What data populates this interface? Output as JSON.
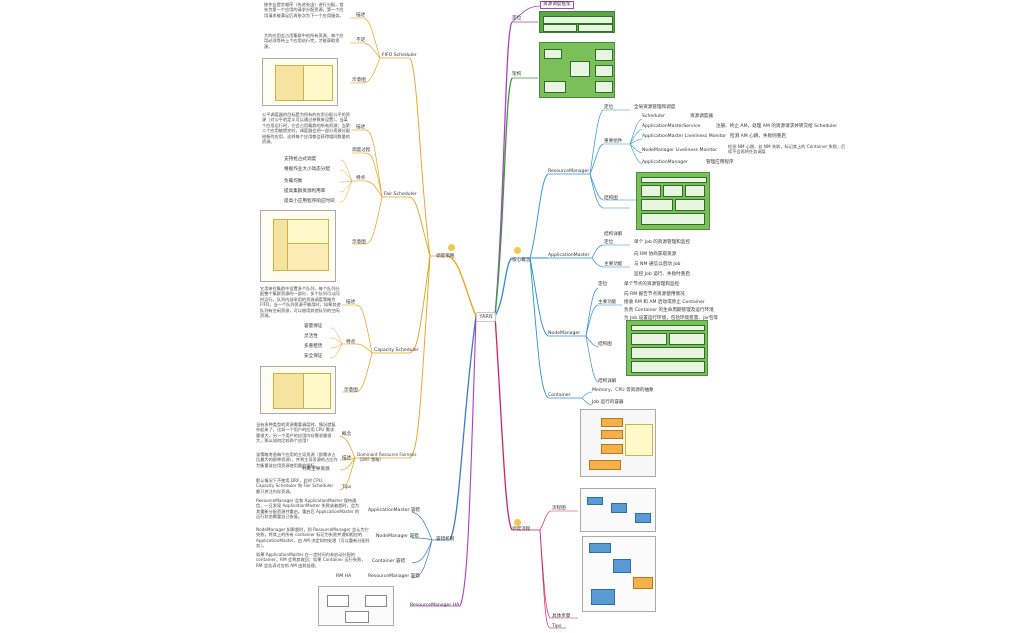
{
  "center": "YARN",
  "branches": {
    "def": "定位",
    "def_box": "资源调度框架",
    "arch": "架构",
    "core": "核心概念",
    "sched_flow": "调度流程",
    "strategy": "调度策略",
    "ha": "容错机制"
  },
  "rm": {
    "label": "ResourceManager",
    "def": "定位",
    "def_text": "全局资源管理和调度",
    "main": "重要组件",
    "scheduler": "Scheduler",
    "scheduler_text": "资源调度器",
    "ams": "ApplicationMasterService",
    "ams_text": "注册、终止 AM，处理 AM 的资源请求并转交给 Scheduler",
    "amlm": "ApplicationMaster Liveliness Monitor",
    "amlm_text": "检测 AM 心跳，失败则重启",
    "nmlm": "NodeManager Liveliness Monitor",
    "nmlm_text": "检测 NM 心跳，若 NM 失联，标记其上的 Container 失败，后续不会再将任务调度",
    "appmgr": "ApplicationManager",
    "appmgr_text": "管理应用程序",
    "struct": "结构图",
    "struct_detail": "结构详解"
  },
  "am": {
    "label": "ApplicationMaster",
    "def": "定位",
    "def_text": "单个 Job 的资源管理和监控",
    "func": "主要功能",
    "f1": "向 RM 协商获取资源",
    "f2": "与 NM 通信以启动 Job",
    "f3": "监控 Job 运行、失败时重启"
  },
  "nm": {
    "label": "NodeManager",
    "def": "定位",
    "def_text": "单个节点的资源管理和监控",
    "func": "主要功能",
    "f1": "向 RM 报告节点资源使用情况",
    "f2": "接收 RM 和 AM 启动或停止 Container",
    "f3": "负责 Container 的生命周期管理及运行环境",
    "f4": "为 Job 设置运行环境，包括环境变量、jar包等",
    "struct": "结构图",
    "struct_detail": "结构详解"
  },
  "container": {
    "label": "Container",
    "c1": "Memory、CPU 等资源的抽象",
    "c2": "Job 运行的容器"
  },
  "flow": {
    "diagram": "流程图",
    "detail": "具体步骤",
    "tips": "Tips"
  },
  "fifo": {
    "label": "FIFO Scheduler",
    "desc": "描述",
    "desc_text": "按作业提交顺序（先进先出）进行分配。首先为第一个应用的请求分配资源，第一个应用请求被满足后再依次为下一个应用服务。",
    "cons": "不足",
    "cons_text": "大的应用会占用集群中的所有资源，每个应用必须等待上个应用执行完，才能获取资源。",
    "diagram": "示意图"
  },
  "fair": {
    "label": "Fair Scheduler",
    "desc": "描述",
    "desc_text": "公平调度器的目标是为所有的应用分配公平的资源（对公平的定义可以通过参数来设置）。当某个应用运行时，它会占用集群的所有资源；当第二个应用被提交时，调度器会把一部分资源分配给新的应用，这样每个应用都会获得相同数量的资源。",
    "process": "调度过程",
    "features": "特点",
    "feat1": "支持抢占式调度",
    "feat2": "根据作业大小动态分配",
    "feat3": "负载均衡",
    "feat4": "提高集群资源利用率",
    "feat5": "提高小应用程序响应时间",
    "diagram": "示意图"
  },
  "capacity": {
    "label": "Capacity Scheduler",
    "desc": "描述",
    "desc_text": "它用来在集群中设置多个队列，每个队列分配整个集群资源的一部分，多个队列可以同时运行。队列内部采用的资源调度策略为 FIFO。当一个队列资源不够用时，如果其他队列有空闲资源，可以借用其他队列的空闲资源。",
    "features": "特点",
    "feat1": "容量保证",
    "feat2": "灵活性",
    "feat3": "多重租赁",
    "feat4": "安全保证",
    "diagram": "示意图"
  },
  "drf": {
    "label": "Dominant Resource Fairness（DRF 策略）",
    "concept": "概念",
    "concept_text": "当有多种类型的资源需要调度时，情况就复杂起来了。比如一个用户的应用 CPU 需求量很大，另一个用户的应用内存需求量很大，那么如何比较两个应用？",
    "desc": "描述",
    "desc_text": "该策略考虑每个应用的主导资源（即需求占比最大的那种资源），并将主导资源的占比作为衡量该应用资源使用量的指标。",
    "rule": "判断主导资源",
    "tips": "Tips",
    "tips_text": "默认情况下不使用 DRF，此时 CPU、Capacity Scheduler 和 Fair Scheduler 都只关注内存资源。"
  },
  "ha": {
    "am": "ApplicationMaster 容错",
    "am_text": "ResourceManager 会和 ApplicationMaster 保持通信，一旦发现 ApplicationMaster 失败或者超时，会为其重新分配资源并重启。重启后 ApplicationMaster 的运行状态需要自己恢复。",
    "nm": "NodeManager 容错",
    "nm_text": "NodeManager 如果超时，则 ResourceManager 会认为它失败，将其上的所有 container 标记为失败并通知相应的 ApplicationMaster，由 AM 决定如何处理（可以重新分配任务）。",
    "container": "Container 容错",
    "container_text": "如果 ApplicationMaster 在一定时间内未启动分配的 container，RM 会将其收回；如果 Container 运行失败，RM 会告诉对应的 AM 由其处理。",
    "rmha": "RM HA",
    "rm": "ResourceManager 容错",
    "rmha_branch": "ResourceManager HA"
  },
  "colors": {
    "def": "#b03ec7",
    "arch": "#3d9b3d",
    "core": "#2a8fd6",
    "flow": "#d1235c",
    "strategy": "#e6a21a",
    "ha": "#3d7bd0"
  }
}
